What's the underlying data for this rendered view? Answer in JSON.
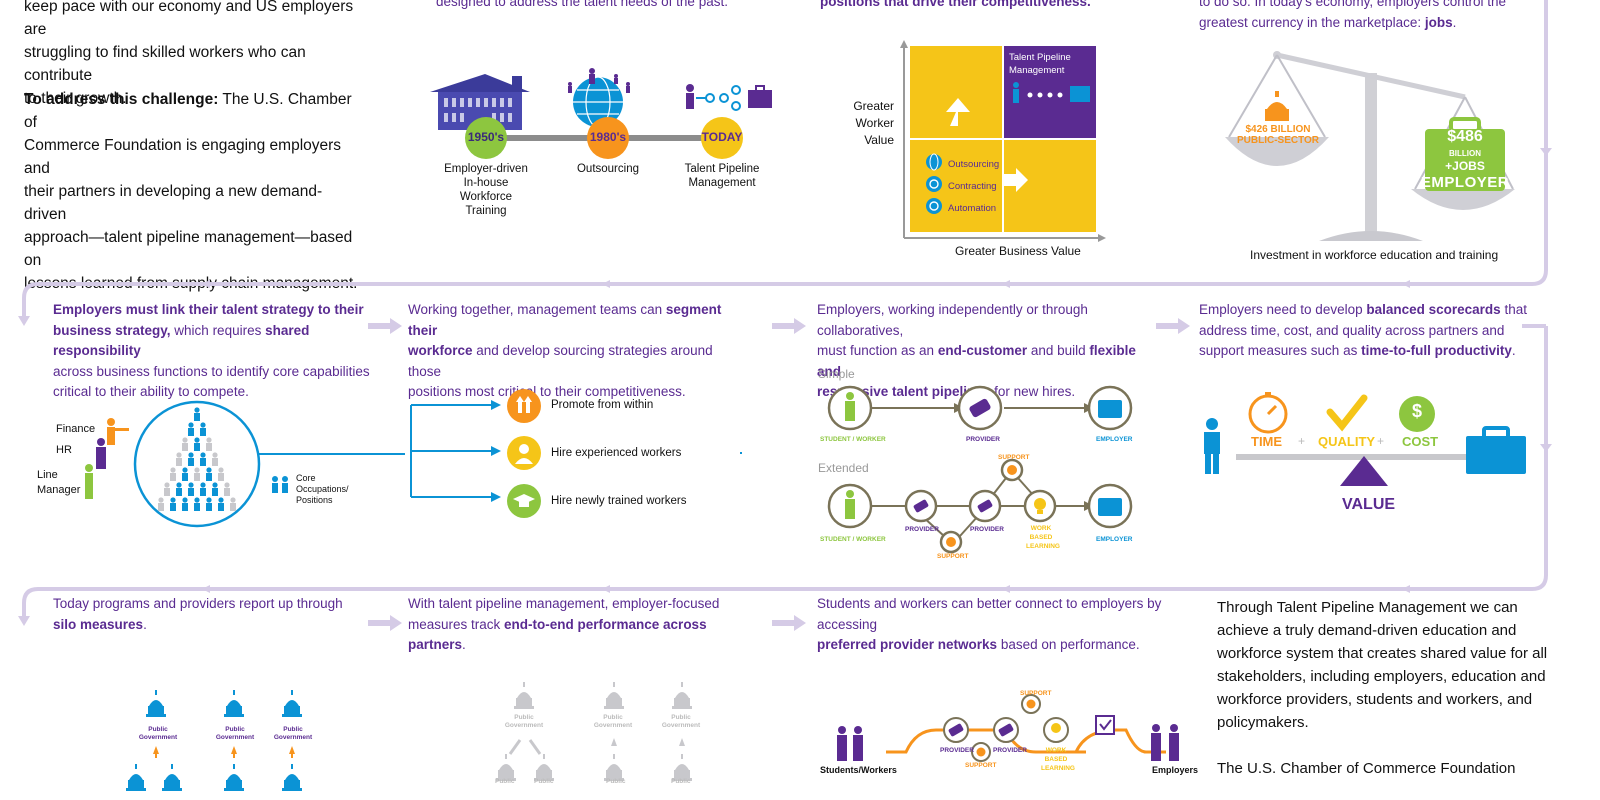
{
  "row1": {
    "intro_p1": [
      "keep pace with our economy and US employers are",
      "struggling to find skilled workers who can contribute",
      "to their growth."
    ],
    "intro_p2_bold": "To address this challenge:",
    "intro_p2_rest": " The U.S. Chamber of",
    "intro_p2_lines": [
      "Commerce Foundation is engaging employers and",
      "their partners in developing a new demand-driven",
      "approach—talent pipeline management—based on",
      "lessons learned from supply chain management."
    ],
    "col2_top": "designed to address the talent needs of the past.",
    "timeline": [
      {
        "era": "1950's",
        "label": [
          "Employer-driven",
          "In-house Workforce",
          "Training"
        ],
        "color": "#8dc63f"
      },
      {
        "era": "1980's",
        "label": [
          "Outsourcing"
        ],
        "color": "#f7941d"
      },
      {
        "era": "TODAY",
        "label": [
          "Talent Pipeline",
          "Management"
        ],
        "color": "#f5c518"
      }
    ],
    "col3_top": "positions that drive their competitiveness.",
    "matrix": {
      "y_label": [
        "Greater",
        "Worker",
        "Value"
      ],
      "x_label": "Greater Business Value",
      "tr_label": [
        "Talent Pipeline",
        "Management"
      ],
      "bl_items": [
        "Outsourcing",
        "Contracting",
        "Automation"
      ]
    },
    "col4_top": [
      "to do so. In today's economy, employers control the",
      "greatest currency in the marketplace: "
    ],
    "col4_top_bold": "jobs",
    "col4_top_end": ".",
    "scale": {
      "left": [
        "$426 BILLION",
        "PUBLIC-SECTOR"
      ],
      "right_amount": "$486",
      "right_unit": "BILLION",
      "right_jobs": "+JOBS",
      "right_label": "EMPLOYER",
      "caption": "Investment in workforce education and training"
    }
  },
  "row2": {
    "p1": {
      "segments": [
        {
          "t": "Employers must link their talent strategy to their",
          "b": true
        },
        {
          "t": "business strategy,",
          "b": true
        },
        {
          "t": " which requires ",
          "b": false
        },
        {
          "t": "shared responsibility",
          "b": true
        }
      ],
      "lines": [
        "across business functions to identify core capabilities",
        "critical to their ability to compete."
      ],
      "roles": [
        "Finance",
        "HR",
        "Line",
        "Manager"
      ],
      "core": [
        "Core",
        "Occupations/",
        "Positions"
      ]
    },
    "p2": {
      "l1a": "Working together, management teams can ",
      "l1b": "segment their",
      "l2a": "workforce",
      "l2b": " and develop sourcing strategies around those",
      "l3": "positions most critical to their competitiveness.",
      "options": [
        "Promote from within",
        "Hire experienced workers",
        "Hire newly trained workers"
      ]
    },
    "p3": {
      "l1": "Employers, working independently or through collaboratives,",
      "l2a": "must function as an ",
      "l2b": "end-customer",
      "l2c": " and build ",
      "l2d": "flexible and",
      "l3a": "responsive talent pipelines",
      "l3b": " for new hires.",
      "simple": "Simple",
      "extended": "Extended",
      "labels": {
        "student": "STUDENT / WORKER",
        "provider": "PROVIDER",
        "employer": "EMPLOYER",
        "support": "SUPPORT",
        "wbl": [
          "WORK",
          "BASED",
          "LEARNING"
        ]
      }
    },
    "p4": {
      "l1a": "Employers need to develop ",
      "l1b": "balanced scorecards",
      "l1c": " that",
      "l2": "address time, cost, and quality across partners and",
      "l3a": "support measures such as ",
      "l3b": "time-to-full productivity",
      "l3c": ".",
      "time": "TIME",
      "quality": "QUALITY",
      "cost": "COST",
      "value": "VALUE",
      "plus": "+"
    }
  },
  "row3": {
    "p1": {
      "l1": "Today programs and providers report up through",
      "l2b": "silo measures",
      "l2c": ".",
      "pg": [
        "Public",
        "Government"
      ]
    },
    "p2": {
      "l1": "With talent pipeline management, employer-focused",
      "l2a": "measures track ",
      "l2b": "end-to-end performance across partners",
      "l2c": ".",
      "pg": [
        "Public",
        "Government"
      ],
      "pub": "Public"
    },
    "p3": {
      "l1": "Students and workers can better connect to employers by accessing",
      "l2b": "preferred provider networks",
      "l2c": " based on performance.",
      "students": "Students/Workers",
      "employers": "Employers"
    },
    "p4": {
      "lines": [
        "Through Talent Pipeline Management we can",
        "achieve a truly demand-driven education and",
        "workforce system that creates shared value for all",
        "stakeholders, including employers, education and",
        "workforce providers, students and workers, and",
        "policymakers."
      ],
      "foundation": "The U.S. Chamber of Commerce Foundation"
    }
  },
  "colors": {
    "purple": "#5a2b91",
    "orange": "#f7941d",
    "green": "#8dc63f",
    "yellow": "#f5c518",
    "blue": "#0b93d5",
    "lilac": "#d5cbe6",
    "olive": "#7a7358"
  }
}
